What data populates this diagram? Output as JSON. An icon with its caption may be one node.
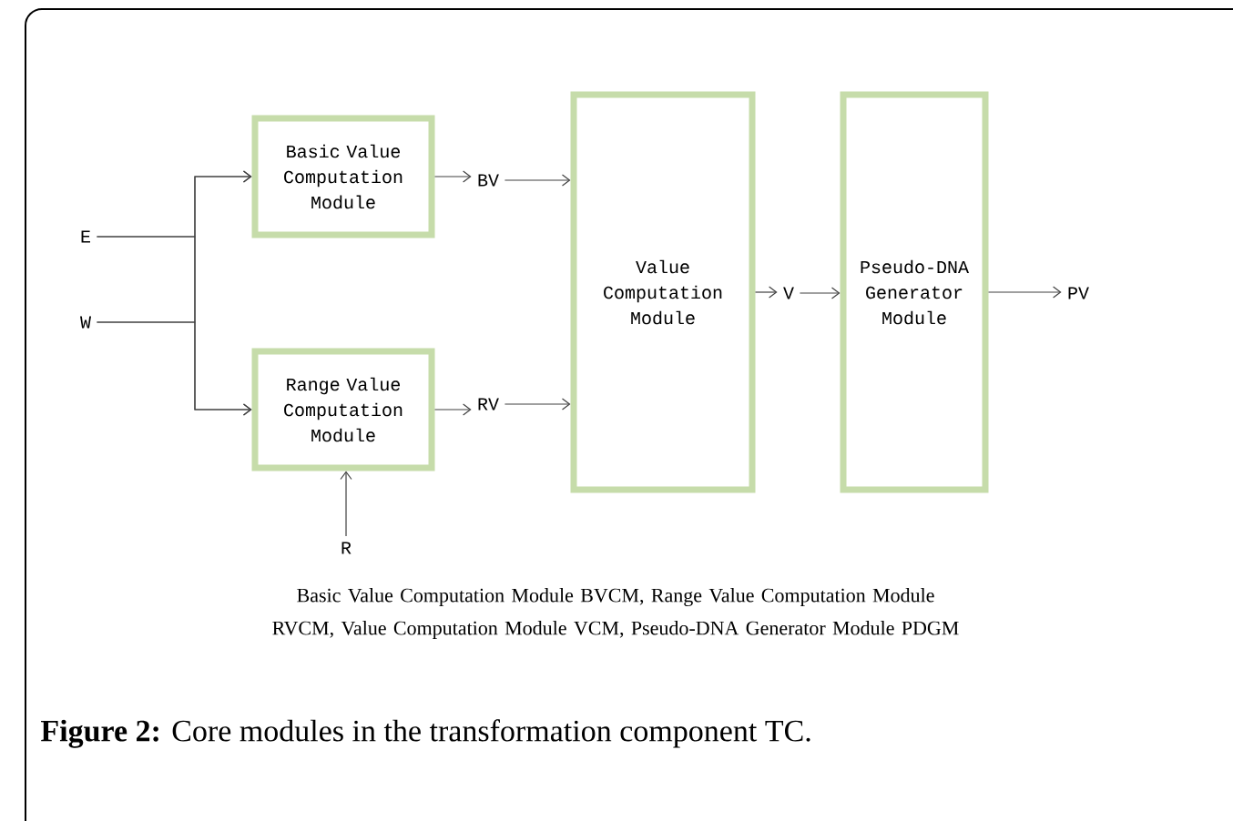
{
  "diagram": {
    "caption": "**Figure 2:** Core modules in the transformation component TC.",
    "nodes": [
      {
        "text": [
          "E"
        ]
      },
      {
        "text": [
          "W"
        ]
      },
      {
        "text": [
          "Basic Value Computation Module"
        ]
      },
      {
        "text": [
          "Range Value Computation Module"
        ]
      },
      {
        "text": [
          "R"
        ]
      },
      {
        "text": [
          "BV"
        ]
      },
      {
        "text": [
          "RV"
        ]
      },
      {
        "text": [
          "Value Computation Module"
        ]
      },
      {
        "text": [
          "V"
        ]
      },
      {
        "text": [
          "Pseudo-DNA Generator Module"
        ]
      },
      {
        "text": [
          "PV"
        ]
      }
    ],
    "edges": [
      {
        "from": 0,
        "to": 2,
        "arrow": "to"
      },
      {
        "from": 0,
        "to": 3,
        "arrow": "to"
      },
      {
        "from": 1,
        "to": 2,
        "arrow": "to"
      },
      {
        "from": 1,
        "to": 3,
        "arrow": "to"
      },
      {
        "from": 4,
        "to": 3,
        "arrow": "to"
      },
      {
        "from": 2,
        "to": 5,
        "arrow": "to"
      },
      {
        "from": 5,
        "to": 7,
        "arrow": "to"
      },
      {
        "from": 3,
        "to": 6,
        "arrow": "to"
      },
      {
        "from": 6,
        "to": 7,
        "arrow": "to"
      },
      {
        "from": 7,
        "to": 8,
        "arrow": "to"
      },
      {
        "from": 8,
        "to": 9,
        "arrow": "to"
      },
      {
        "from": 9,
        "to": 10,
        "arrow": "to"
      }
    ],
    "labels": [
      "Basic Value Computation Module BVCM, Range Value Computation Module RVCM, Value Computation Module VCM, Pseudo-DNA Generator Module PDGM"
    ]
  }
}
